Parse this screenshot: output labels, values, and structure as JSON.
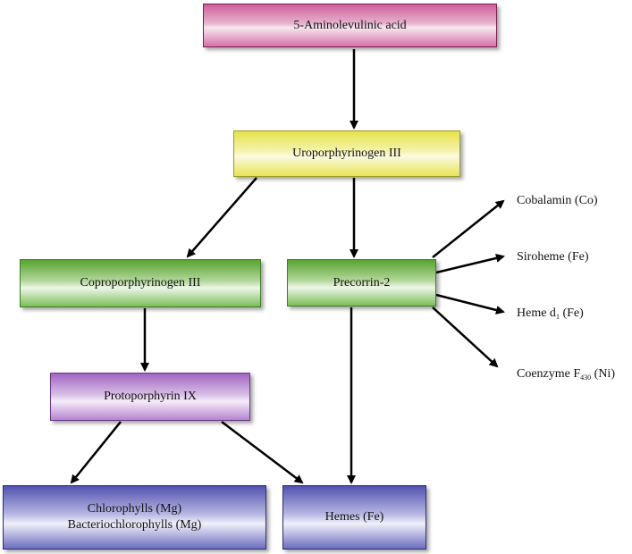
{
  "nodes": {
    "aminolevulinic": "5-Aminolevulinic acid",
    "uroporphyrinogen": "Uroporphyrinogen III",
    "coproporphyrinogen": "Coproporphyrinogen III",
    "precorrin": "Precorrin-2",
    "protoporphyrin": "Protoporphyrin IX",
    "chlorophylls_line1": "Chlorophylls (Mg)",
    "chlorophylls_line2": "Bacteriochlorophylls (Mg)",
    "hemes": "Hemes (Fe)"
  },
  "products": {
    "cobalamin": "Cobalamin (Co)",
    "siroheme": "Siroheme (Fe)",
    "heme_d1_prefix": "Heme d",
    "heme_d1_sub": "1",
    "heme_d1_suffix": " (Fe)",
    "f430_prefix": "Coenzyme F",
    "f430_sub": "430",
    "f430_suffix": " (Ni)"
  },
  "colors": {
    "aminolevulinic": "#d671a7",
    "uroporphyrinogen": "#e8e457",
    "green_nodes": "#58a331",
    "protoporphyrin": "#a064c2",
    "blue_nodes": "#5252b0",
    "arrow": "#000000"
  }
}
